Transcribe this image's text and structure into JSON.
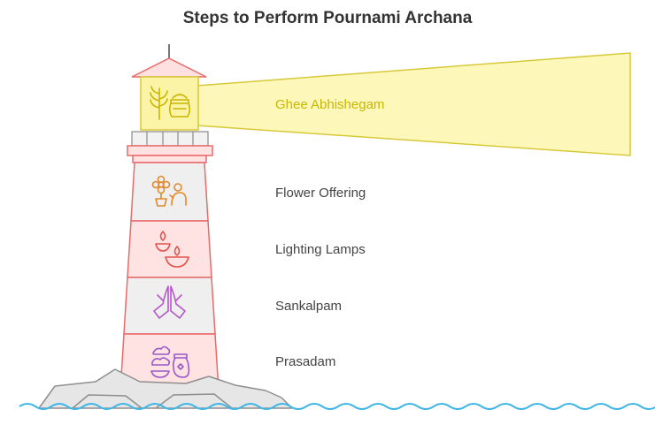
{
  "title": "Steps to Perform Pournami Archana",
  "steps": [
    {
      "label": "Ghee Abhishegam",
      "icon": "ghee-pot-icon",
      "color": "#c9b600"
    },
    {
      "label": "Flower Offering",
      "icon": "flower-offering-icon",
      "color": "#e08a2e"
    },
    {
      "label": "Lighting Lamps",
      "icon": "oil-lamp-icon",
      "color": "#e0534e"
    },
    {
      "label": "Sankalpam",
      "icon": "praying-hands-icon",
      "color": "#b557c9"
    },
    {
      "label": "Prasadam",
      "icon": "prasadam-icon",
      "color": "#9b58c9"
    }
  ],
  "colors": {
    "beam": "#fdf7b9",
    "beam_stroke": "#d8c93a",
    "tower_red": "#e86a6a",
    "tower_light": "#ffe3e3",
    "tower_grey": "#efefef",
    "rock": "#e6e6e6",
    "water": "#41b6e6"
  }
}
